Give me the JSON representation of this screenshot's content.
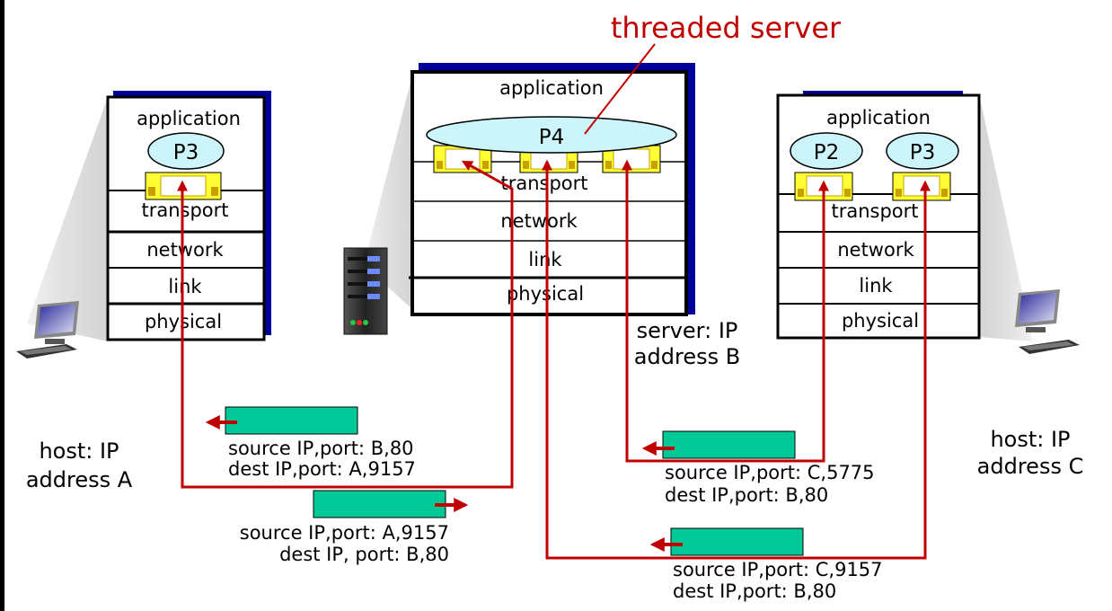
{
  "title": "threaded server",
  "colors": {
    "accent_red": "#c00000",
    "stack_shadow": "#000099",
    "process_fill": "#ccf5fb",
    "socket_fill": "#ffff33",
    "segment_fill": "#00c896"
  },
  "layers": [
    "application",
    "transport",
    "network",
    "link",
    "physical"
  ],
  "hosts": {
    "A": {
      "label_line1": "host: IP",
      "label_line2": "address A",
      "processes": [
        "P3"
      ],
      "icon": "desktop-computer-icon"
    },
    "B": {
      "label_line1": "server: IP",
      "label_line2": "address B",
      "processes": [
        "P4"
      ],
      "icon": "server-tower-icon"
    },
    "C": {
      "label_line1": "host: IP",
      "label_line2": "address C",
      "processes": [
        "P2",
        "P3"
      ],
      "icon": "desktop-computer-icon"
    }
  },
  "segments": [
    {
      "line1": "source IP,port: B,80",
      "line2": "dest IP,port: A,9157",
      "direction": "left"
    },
    {
      "line1": "source IP,port: A,9157",
      "line2": "dest IP, port: B,80",
      "direction": "right"
    },
    {
      "line1": "source IP,port: C,5775",
      "line2": "dest IP,port: B,80",
      "direction": "left"
    },
    {
      "line1": "source IP,port: C,9157",
      "line2": "dest IP,port: B,80",
      "direction": "left"
    }
  ]
}
